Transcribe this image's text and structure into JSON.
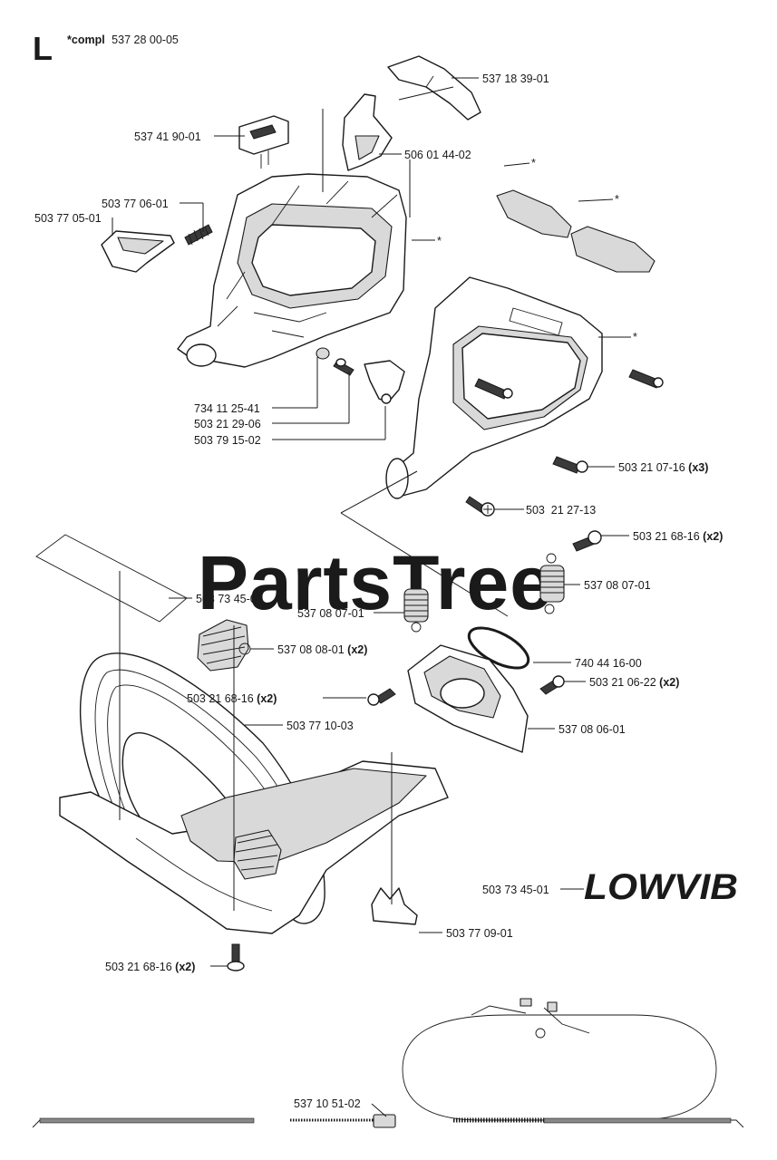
{
  "header": {
    "section_letter": "L",
    "compl_prefix": "*compl",
    "compl_number": "537 28 00-05"
  },
  "watermark": "PartsTree",
  "logo_text": "LOWVIB",
  "labels": [
    {
      "id": "lbl-537-18-39-01",
      "text": "537 18 39-01",
      "suffix": ""
    },
    {
      "id": "lbl-537-41-90-01",
      "text": "537 41 90-01",
      "suffix": ""
    },
    {
      "id": "lbl-506-01-44-02",
      "text": "506 01 44-02",
      "suffix": ""
    },
    {
      "id": "lbl-503-77-06-01",
      "text": "503 77 06-01",
      "suffix": ""
    },
    {
      "id": "lbl-503-77-05-01",
      "text": "503 77 05-01",
      "suffix": ""
    },
    {
      "id": "lbl-734-11-25-41",
      "text": "734 11 25-41",
      "suffix": ""
    },
    {
      "id": "lbl-503-21-29-06",
      "text": "503 21 29-06",
      "suffix": ""
    },
    {
      "id": "lbl-503-79-15-02",
      "text": "503 79 15-02",
      "suffix": ""
    },
    {
      "id": "lbl-503-21-07-16",
      "text": "503 21 07-16",
      "suffix": "(x3)"
    },
    {
      "id": "lbl-503-21-27-13",
      "text": "503  21 27-13",
      "suffix": ""
    },
    {
      "id": "lbl-503-21-68-16-a",
      "text": "503 21 68-16",
      "suffix": "(x2)"
    },
    {
      "id": "lbl-503-73-45-01-a",
      "text": "503 73 45-01",
      "suffix": ""
    },
    {
      "id": "lbl-537-08-07-01-a",
      "text": "537 08 07-01",
      "suffix": ""
    },
    {
      "id": "lbl-537-08-07-01-b",
      "text": "537 08 07-01",
      "suffix": ""
    },
    {
      "id": "lbl-537-08-08-01",
      "text": "537 08 08-01",
      "suffix": "(x2)"
    },
    {
      "id": "lbl-740-44-16-00",
      "text": "740 44 16-00",
      "suffix": ""
    },
    {
      "id": "lbl-503-21-06-22",
      "text": "503 21 06-22",
      "suffix": "(x2)"
    },
    {
      "id": "lbl-503-21-68-16-b",
      "text": "503 21 68-16",
      "suffix": "(x2)"
    },
    {
      "id": "lbl-503-77-10-03",
      "text": "503 77 10-03",
      "suffix": ""
    },
    {
      "id": "lbl-537-08-06-01",
      "text": "537 08 06-01",
      "suffix": ""
    },
    {
      "id": "lbl-503-73-45-01-b",
      "text": "503 73 45-01",
      "suffix": ""
    },
    {
      "id": "lbl-503-77-09-01",
      "text": "503 77 09-01",
      "suffix": ""
    },
    {
      "id": "lbl-503-21-68-16-c",
      "text": "503 21 68-16",
      "suffix": "(x2)"
    },
    {
      "id": "lbl-537-10-51-02",
      "text": "537 10 51-02",
      "suffix": ""
    }
  ],
  "asterisks": [
    "*",
    "*",
    "*",
    "*"
  ]
}
